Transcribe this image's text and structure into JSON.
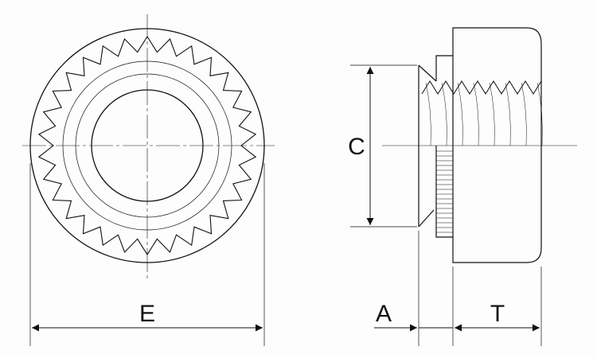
{
  "dimensions": {
    "E": "E",
    "C": "C",
    "A": "A",
    "T": "T"
  },
  "colors": {
    "line": "#111111",
    "thin": "#333333",
    "background": "#fdfdfd"
  }
}
